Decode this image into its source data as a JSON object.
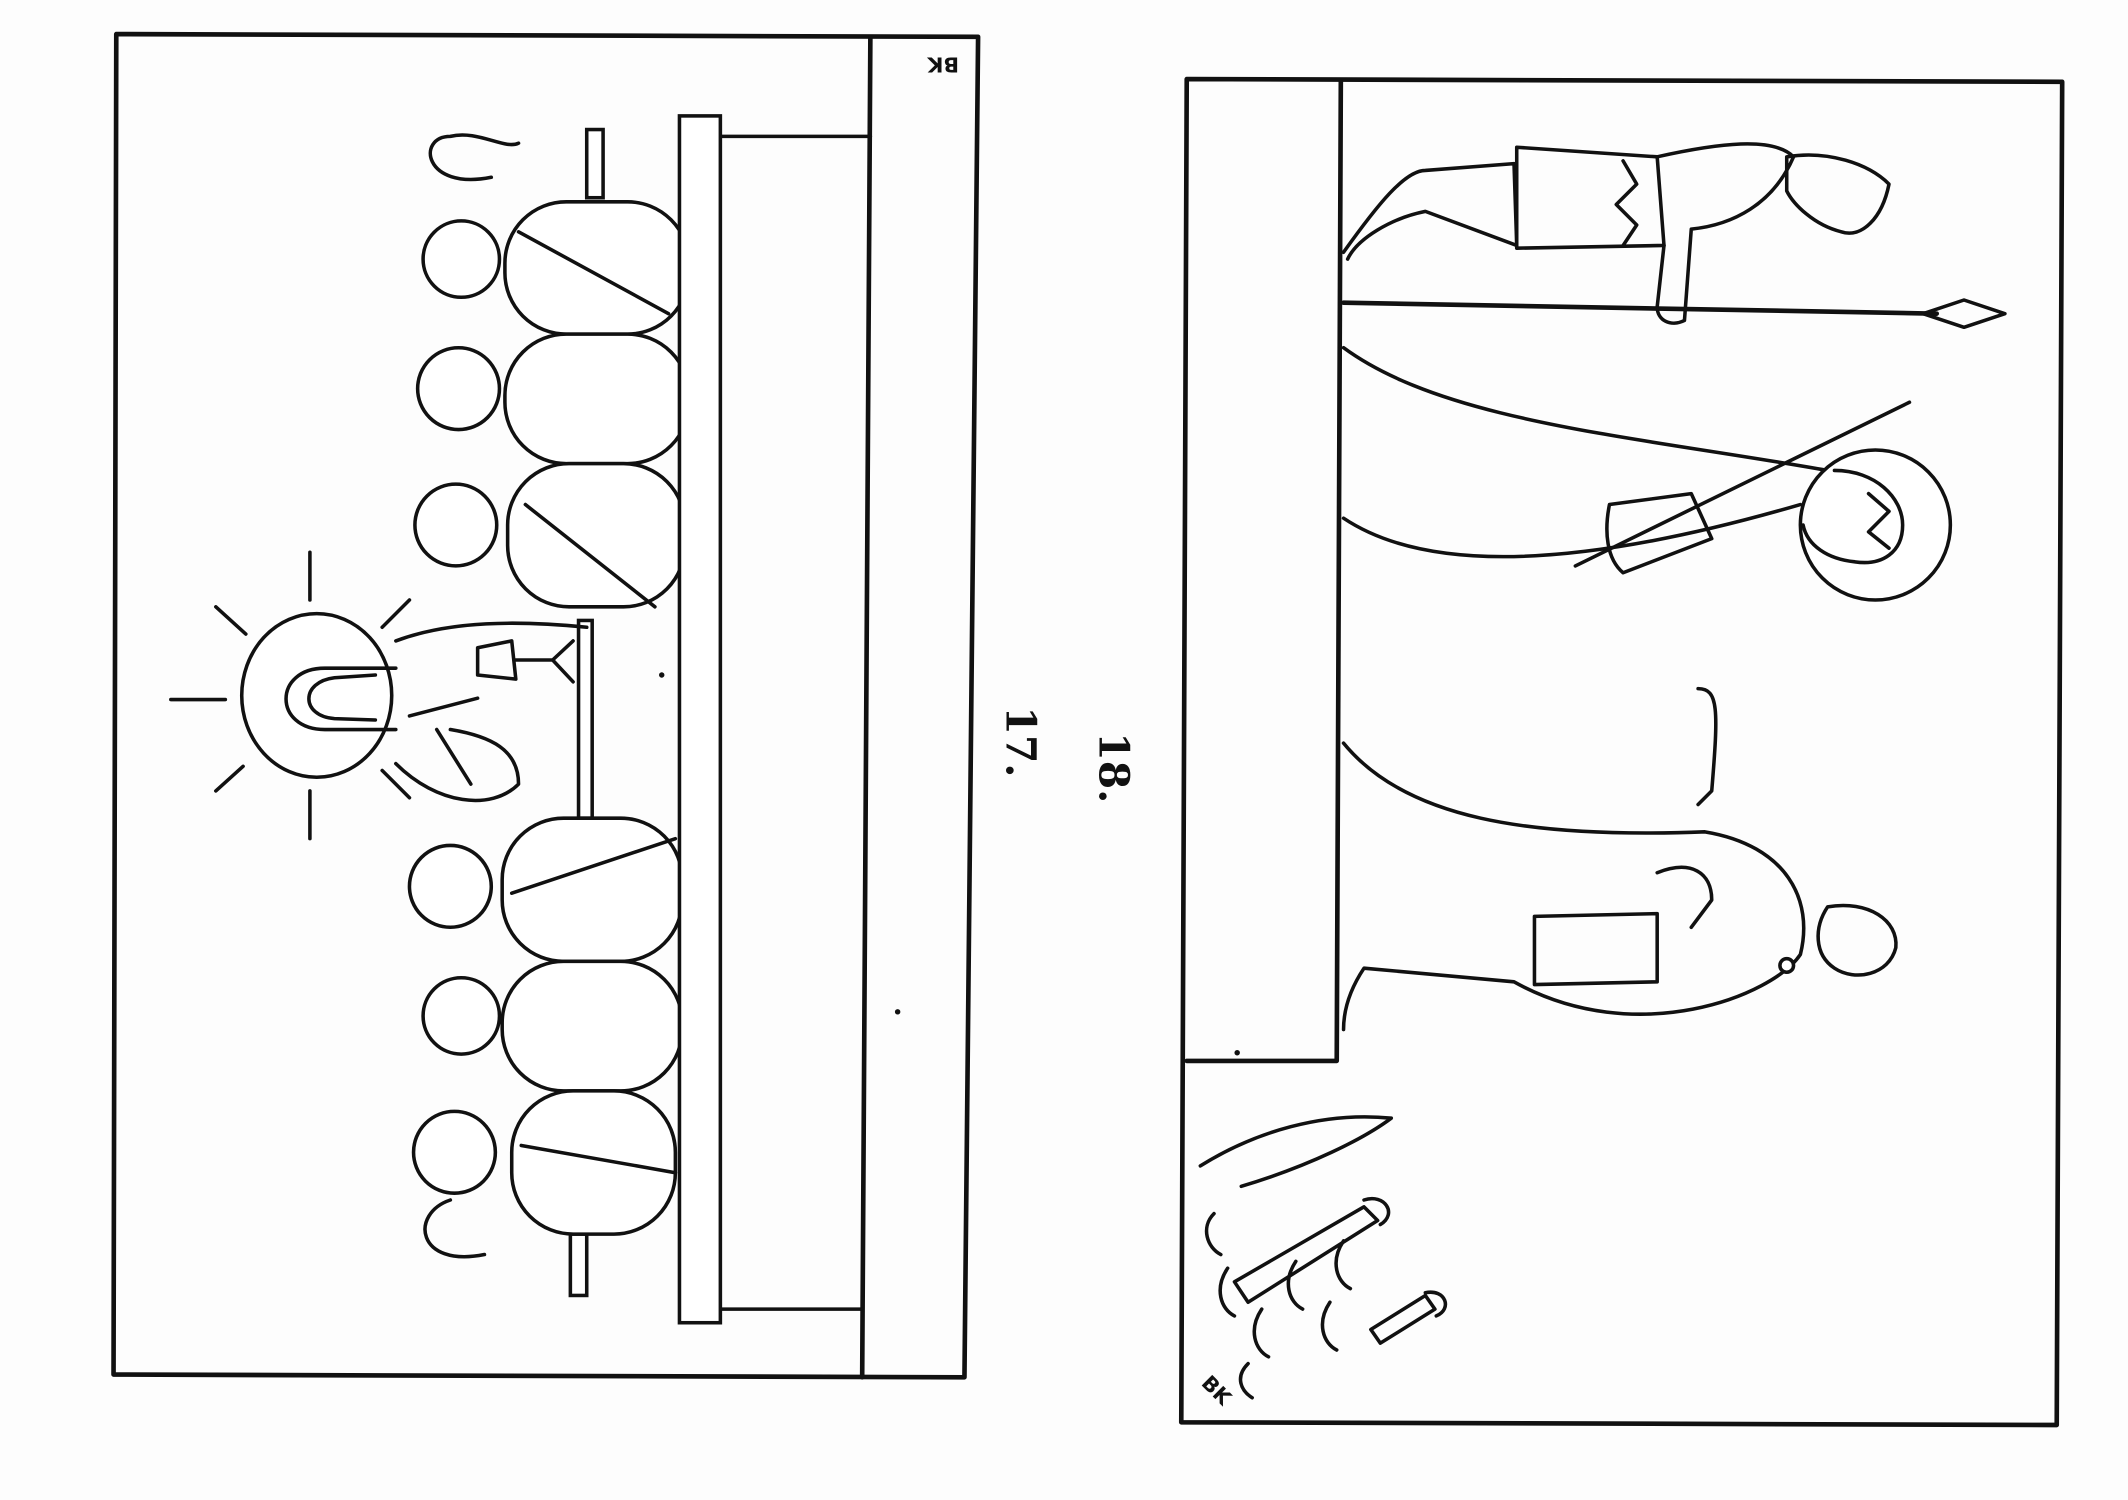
{
  "page": {
    "panels": [
      {
        "number": "17.",
        "signature": "BK",
        "subject": "last-supper"
      },
      {
        "number": "18.",
        "signature": "BK",
        "subject": "arrest-of-jesus"
      }
    ]
  },
  "colors": {
    "ink": "#111111",
    "paper": "#fdfdfd"
  }
}
